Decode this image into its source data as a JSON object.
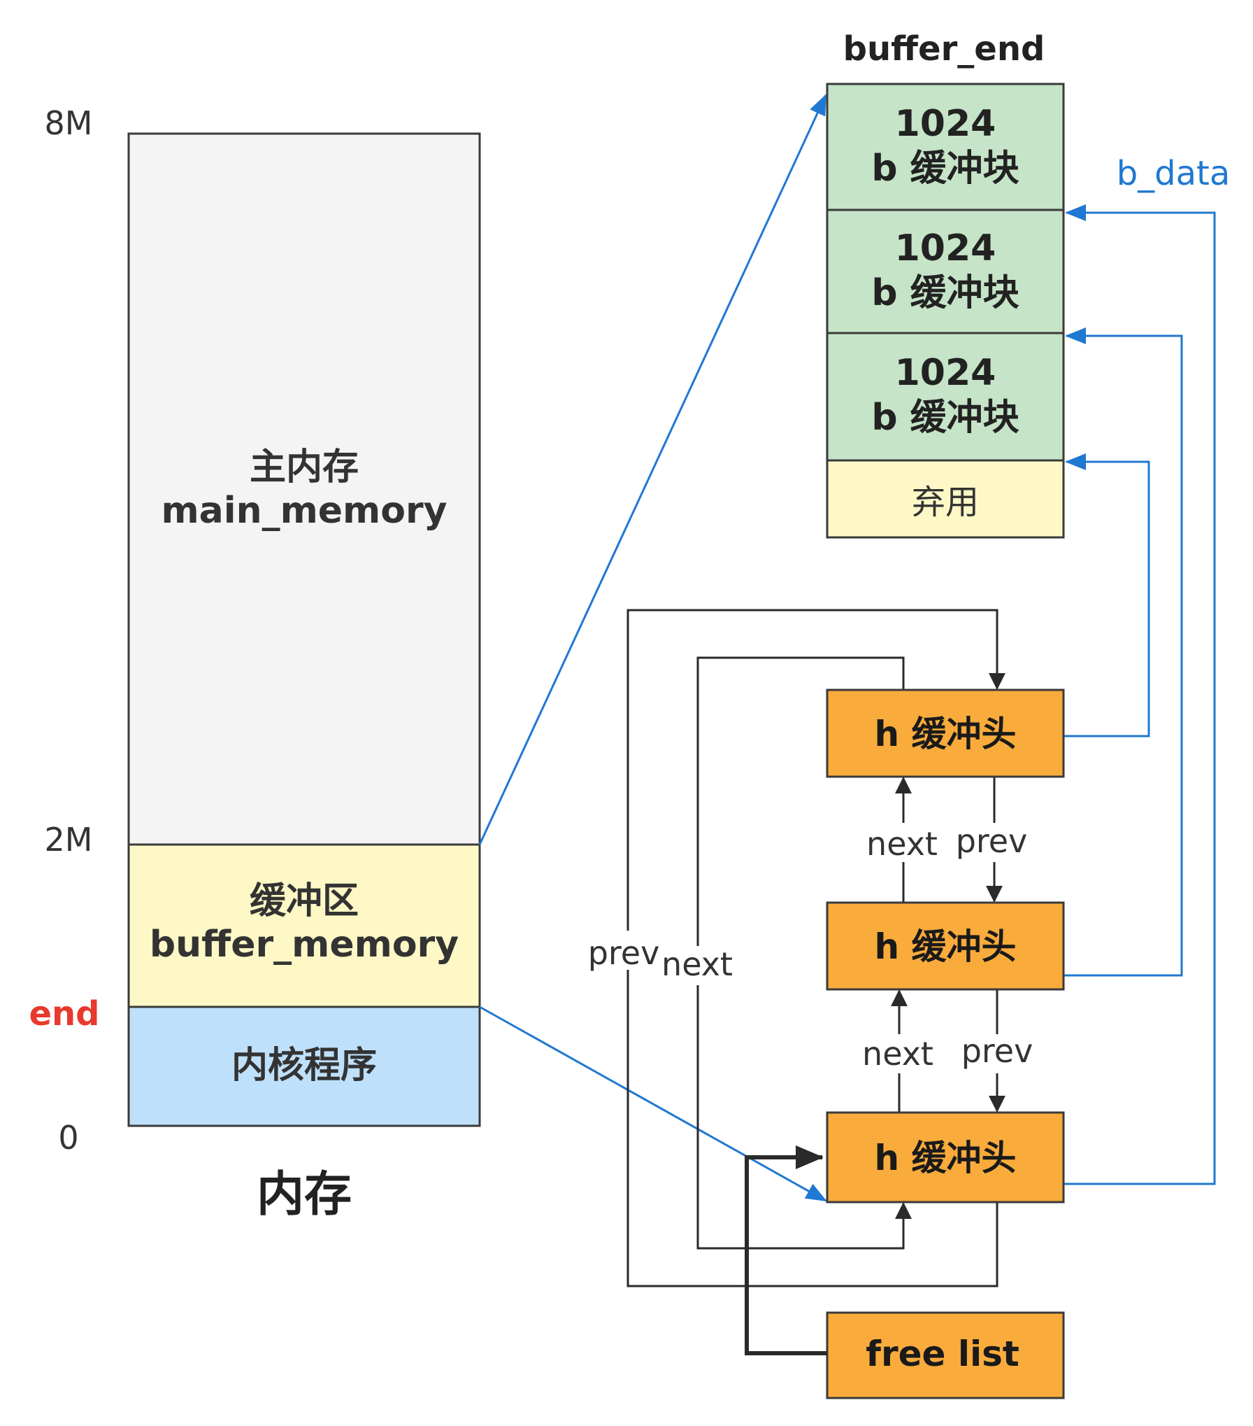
{
  "memory": {
    "title": "内存",
    "axis": {
      "top": "8M",
      "mid": "2M",
      "end": "end",
      "bottom": "0"
    },
    "main": {
      "line1": "主内存",
      "line2": "main_memory",
      "color": "#f4f4f4"
    },
    "buffer": {
      "line1": "缓冲区",
      "line2": "buffer_memory",
      "color": "#fdf8c6"
    },
    "kernel": {
      "label": "内核程序",
      "color": "#bfe0fa"
    }
  },
  "buffer_area": {
    "title": "buffer_end",
    "b_data_label": "b_data",
    "block_color": "#c6e4c8",
    "blocks": [
      {
        "size": "1024",
        "name": "b 缓冲块"
      },
      {
        "size": "1024",
        "name": "b 缓冲块"
      },
      {
        "size": "1024",
        "name": "b 缓冲块"
      }
    ],
    "abandon": {
      "label": "弃用",
      "color": "#fdf8c6"
    }
  },
  "heads": {
    "color": "#f9ab3c",
    "items": [
      {
        "label": "h 缓冲头"
      },
      {
        "label": "h 缓冲头"
      },
      {
        "label": "h 缓冲头"
      }
    ],
    "links": [
      {
        "next": "next",
        "prev": "prev"
      },
      {
        "next": "next",
        "prev": "prev"
      }
    ],
    "outer_prev": "prev",
    "outer_next": "next"
  },
  "free_list": {
    "label": "free list"
  },
  "colors": {
    "arrow_blue": "#1f78d1",
    "end_red": "#e8392d"
  }
}
